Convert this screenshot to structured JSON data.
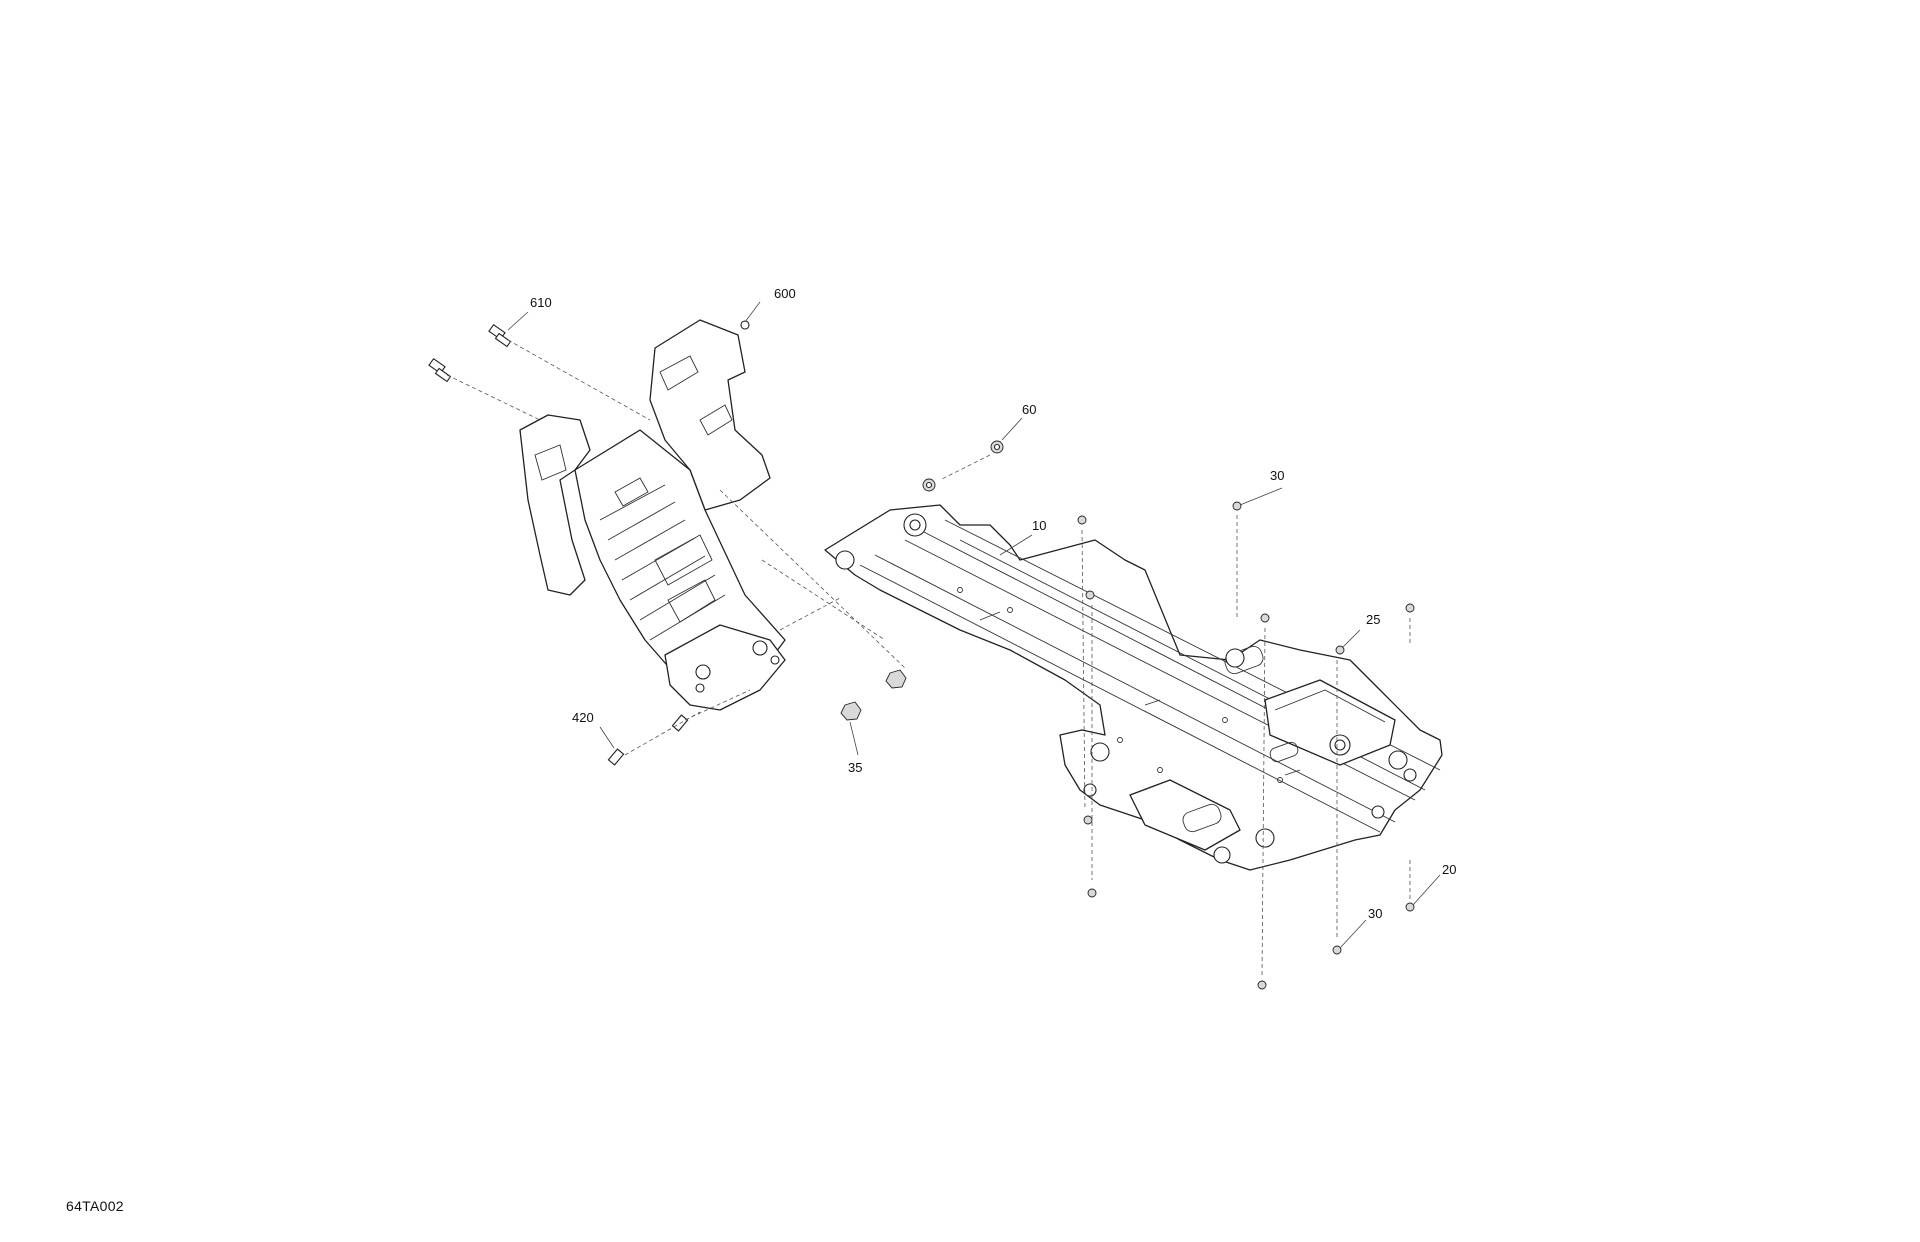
{
  "figure_code": "64TA002",
  "callouts": {
    "c610": "610",
    "c600": "600",
    "c60": "60",
    "c10": "10",
    "c30a": "30",
    "c25": "25",
    "c420": "420",
    "c35": "35",
    "c20": "20",
    "c30b": "30"
  }
}
